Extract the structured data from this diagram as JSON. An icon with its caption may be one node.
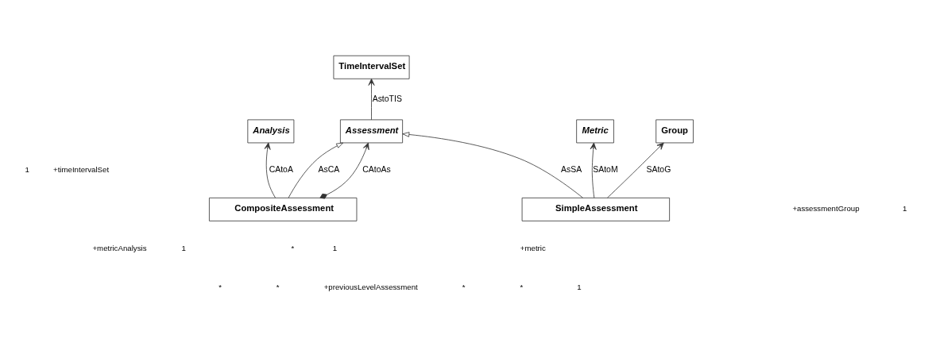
{
  "diagram": {
    "nodes": [
      {
        "text": [
          "Group"
        ]
      },
      {
        "text": [
          "TimeIntervalSet"
        ]
      },
      {
        "text": [
          "Assessment"
        ]
      },
      {
        "text": [
          "Metric"
        ]
      },
      {
        "text": [
          "SimpleAssessment"
        ]
      },
      {
        "text": [
          "CompositeAssessment"
        ]
      },
      {
        "text": [
          "Analysis"
        ]
      }
    ],
    "edges": [
      {
        "from": 4,
        "to": 0,
        "arrow": "to",
        "label": "SAtoG"
      },
      {
        "from": 2,
        "to": 1,
        "arrow": "to",
        "label": "AstoTIS"
      },
      {
        "from": 5,
        "to": 2,
        "arrow": "to",
        "label": "CAtoAs"
      },
      {
        "from": 4,
        "to": 3,
        "arrow": "to",
        "label": "SAtoM"
      },
      {
        "from": 4,
        "to": 2,
        "arrow": "to",
        "label": "AsSA"
      },
      {
        "from": 5,
        "to": 2,
        "arrow": "to",
        "label": "AsCA"
      },
      {
        "from": 5,
        "to": 6,
        "arrow": "to",
        "label": "CAtoA"
      }
    ],
    "labels": [
      "1",
      "+assessmentGroup",
      "1",
      "+timeIntervalSet",
      "*",
      "1",
      "+previousLevelAssessment",
      "+metric",
      "1",
      "*",
      "*",
      "*",
      "*",
      "+metricAnalysis",
      "1"
    ]
  }
}
